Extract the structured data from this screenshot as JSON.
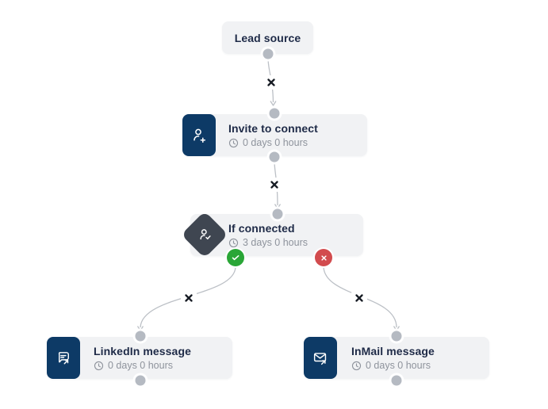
{
  "flow": {
    "nodes": {
      "lead_source": {
        "title": "Lead source"
      },
      "invite": {
        "title": "Invite to connect",
        "delay": "0 days 0 hours"
      },
      "if_connected": {
        "title": "If connected",
        "delay": "3 days 0 hours"
      },
      "linkedin": {
        "title": "LinkedIn message",
        "delay": "0 days 0 hours"
      },
      "inmail": {
        "title": "InMail message",
        "delay": "0 days 0 hours"
      }
    },
    "icons": {
      "invite": "person-add-icon",
      "if_connected": "person-check-icon",
      "linkedin": "chat-bubble-arrow-icon",
      "inmail": "envelope-arrow-icon",
      "delay": "clock-icon",
      "branch_yes": "check-circle-icon",
      "branch_no": "cross-circle-icon",
      "remove_connector": "x-mark-icon"
    },
    "colors": {
      "background": "#ffffff",
      "node_bg": "#f1f2f4",
      "action_icon_bg": "#0d3a66",
      "condition_icon_bg": "#3f4651",
      "branch_yes": "#2aa637",
      "branch_no": "#d24b4e",
      "title_text": "#1e2a47",
      "muted_text": "#8e939c",
      "edge": "#bcc0c6",
      "remove_x": "#171c24",
      "port": "#b5bac2"
    }
  }
}
